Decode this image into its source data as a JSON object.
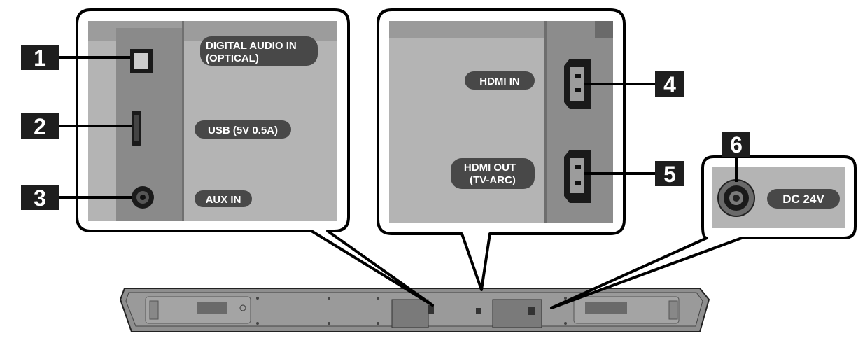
{
  "callouts": [
    {
      "number": "1",
      "label_lines": [
        "DIGITAL AUDIO IN",
        "(OPTICAL)"
      ]
    },
    {
      "number": "2",
      "label_lines": [
        "USB (5V 0.5A)"
      ]
    },
    {
      "number": "3",
      "label_lines": [
        "AUX IN"
      ]
    },
    {
      "number": "4",
      "label_lines": [
        "HDMI IN"
      ]
    },
    {
      "number": "5",
      "label_lines": [
        "HDMI OUT",
        "(TV-ARC)"
      ]
    },
    {
      "number": "6",
      "label_lines": [
        "DC 24V"
      ]
    }
  ],
  "colors": {
    "panel": "#b4b4b4",
    "port_strip": "#8a8a8a",
    "pill": "#484848",
    "number_box": "#1e1e1e",
    "soundbar": "#8c8c8c",
    "outline": "#000000"
  }
}
